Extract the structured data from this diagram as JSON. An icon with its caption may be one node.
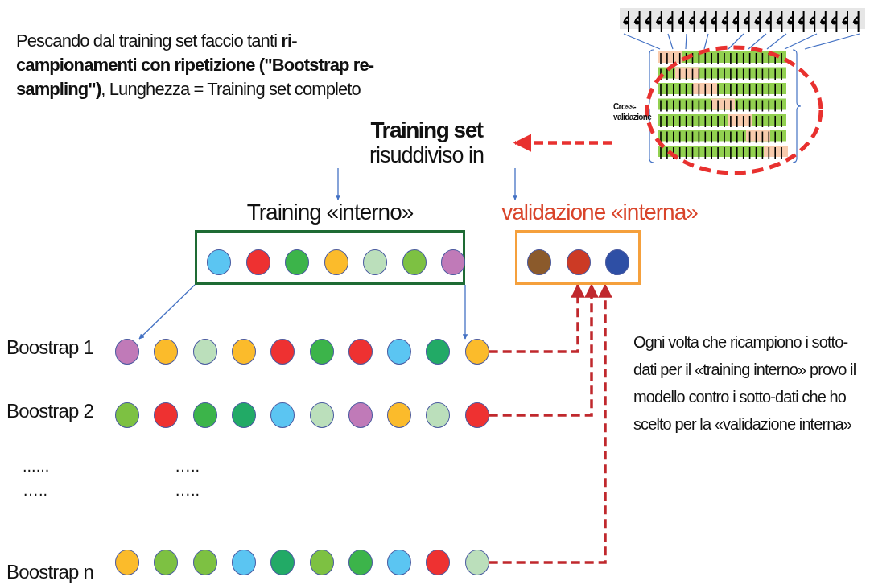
{
  "diagram": {
    "nodes": [
      {
        "text": [
          "Training set",
          "risuddiviso in"
        ]
      },
      {
        "text": [
          "Training «interno»"
        ]
      },
      {
        "text": [],
        "shape": "circle",
        "in": 1
      },
      {
        "text": [],
        "shape": "circle",
        "in": 1
      },
      {
        "text": [],
        "shape": "circle",
        "in": 1
      },
      {
        "text": [],
        "shape": "circle",
        "in": 1
      },
      {
        "text": [],
        "shape": "circle",
        "in": 1
      },
      {
        "text": [],
        "shape": "circle",
        "in": 1
      },
      {
        "text": [],
        "shape": "circle",
        "in": 1
      },
      {
        "text": [
          "validazione «interna»"
        ]
      },
      {
        "text": [],
        "shape": "circle",
        "in": 9
      },
      {
        "text": [],
        "shape": "circle",
        "in": 9
      },
      {
        "text": [],
        "shape": "circle",
        "in": 9
      },
      {
        "text": [
          "Boostrap 1"
        ]
      },
      {
        "text": [],
        "shape": "circle"
      },
      {
        "text": [],
        "shape": "circle"
      },
      {
        "text": [],
        "shape": "circle"
      },
      {
        "text": [],
        "shape": "circle"
      },
      {
        "text": [],
        "shape": "circle"
      },
      {
        "text": [],
        "shape": "circle"
      },
      {
        "text": [],
        "shape": "circle"
      },
      {
        "text": [],
        "shape": "circle"
      },
      {
        "text": [],
        "shape": "circle"
      },
      {
        "text": [],
        "shape": "circle"
      },
      {
        "text": [
          "Boostrap 2"
        ]
      },
      {
        "text": [],
        "shape": "circle"
      },
      {
        "text": [],
        "shape": "circle"
      },
      {
        "text": [],
        "shape": "circle"
      },
      {
        "text": [],
        "shape": "circle"
      },
      {
        "text": [],
        "shape": "circle"
      },
      {
        "text": [],
        "shape": "circle"
      },
      {
        "text": [],
        "shape": "circle"
      },
      {
        "text": [],
        "shape": "circle"
      },
      {
        "text": [],
        "shape": "circle"
      },
      {
        "text": [],
        "shape": "circle"
      },
      {
        "text": [
          "Boostrap n"
        ]
      },
      {
        "text": [],
        "shape": "circle"
      },
      {
        "text": [],
        "shape": "circle"
      },
      {
        "text": [],
        "shape": "circle"
      },
      {
        "text": [],
        "shape": "circle"
      },
      {
        "text": [],
        "shape": "circle"
      },
      {
        "text": [],
        "shape": "circle"
      },
      {
        "text": [],
        "shape": "circle"
      },
      {
        "text": [],
        "shape": "circle"
      },
      {
        "text": [],
        "shape": "circle"
      },
      {
        "text": [],
        "shape": "circle"
      },
      {
        "text": [
          "Cross-validazione"
        ]
      }
    ],
    "edges": [
      {
        "from": 46,
        "to": 0,
        "arrow": "to",
        "style": "dashed",
        "color": "#e8312f"
      },
      {
        "from": 0,
        "to": 1,
        "arrow": "to"
      },
      {
        "from": 0,
        "to": 9,
        "arrow": "to"
      },
      {
        "from": 1,
        "to": 14,
        "arrow": "to"
      },
      {
        "from": 1,
        "to": 23,
        "arrow": "to"
      },
      {
        "from": 23,
        "to": 9,
        "arrow": "to",
        "style": "dashed",
        "color": "#c0282d"
      },
      {
        "from": 34,
        "to": 9,
        "arrow": "to",
        "style": "dashed",
        "color": "#c0282d"
      },
      {
        "from": 45,
        "to": 9,
        "arrow": "to",
        "style": "dashed",
        "color": "#c0282d"
      }
    ],
    "labels": [
      "Pescando dal training set faccio tanti **ri-campionamenti con ripetizione (\"Bootstrap re-sampling\")**, Lunghezza = Training set completo",
      "Ogni volta che ricampiono i sotto-dati per il «training interno» provo il modello contro i sotto-dati che ho scelto per la «validazione interna»",
      "......",
      "…..",
      "…..",
      "….."
    ]
  }
}
